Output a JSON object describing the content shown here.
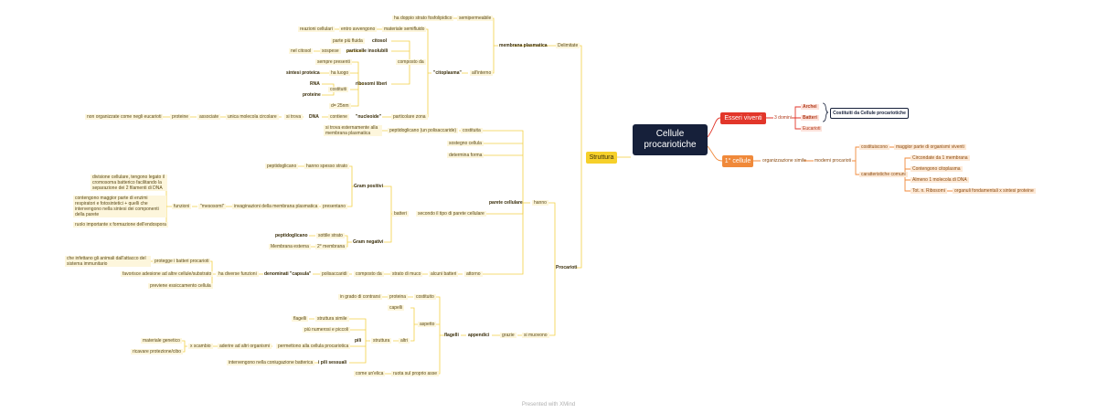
{
  "root": "Cellule procariotiche",
  "right": {
    "esseri": "Esseri viventi",
    "domini": "3 domini",
    "archei": "Archei",
    "batteri": "Batteri",
    "eucarioti": "Eucarioti",
    "costituiti": "Costituiti da Cellule procariotiche",
    "prima": "1° cellule",
    "org": "organizzazione simile",
    "moderni": "moderni procarioti",
    "costituiscono": "costituiscono",
    "maggiorparte": "maggior parte di organismi viventi",
    "caratteristiche": "caratteristiche comuni",
    "c1": "Circondate da 1 membrana",
    "c2": "Contengono citoplasma",
    "c3": "Almeno 1 molecola di DNA",
    "c4": "Tot. n. Ribosomi",
    "c4b": "organuli fondamentali x sintesi proteine"
  },
  "left": {
    "struttura": "Struttura",
    "procarioti": "Procarioti",
    "membrana": "membrana plasmatica",
    "delimitate": "Delimitate",
    "semipermeabile": "semipermeabile",
    "doppiostrato": "ha doppio strato fosfolipidico",
    "interno": "all'interno",
    "citoplasma": "\"citoplasma\"",
    "composto": "composto da",
    "materiale": "materiale semifluido",
    "entro": "entro avvengono",
    "reazioni": "reazioni cellulari",
    "citosol": "citosol",
    "fluida": "parte più fluida",
    "particelle": "particelle insolubili",
    "sospese": "sospese",
    "nelcitosol": "nel citosol",
    "ribosomi": "ribosomi liberi",
    "sempre": "sempre presenti",
    "luogo": "ha luogo",
    "sintesi": "sintesi proteica",
    "costituiti": "costituiti",
    "rna": "RNA",
    "proteine": "proteine",
    "d25": "d= 25nm",
    "particolare": "particolare zona",
    "nucleoide": "\"nucleoide\"",
    "contiene": "contiene",
    "dna": "DNA",
    "sitrova": "si trova",
    "unica": "unica molecola circolare",
    "associate": "associate",
    "proteine2": "proteine",
    "nonorg": "non organizzate come negli eucarioti",
    "parete": "parete cellulare",
    "hanno": "hanno",
    "costituita": "costituita",
    "peptidoglicano": "peptidoglicano (un polisaccaride)",
    "sitrovaext": "si trova esternamente alla membrana plasmatica",
    "sostegno": "sostegno cellula",
    "determina": "determina forma",
    "secondo": "secondo il tipo di parete cellulare",
    "batteri": "batteri",
    "grampos": "Gram positivi",
    "hanno2": "hanno spesso strato",
    "pepti2": "peptidoglicano",
    "presentano": "presentano",
    "invag": "invaginazioni della membrana plasmatica",
    "mesosomi": "\"mesosomi\"",
    "funzioni": "funzioni",
    "f1": "divisione cellulare, tengono legato il cromosoma batterico facilitando la separazione dei 2 filamenti di DNA",
    "f2": "contengono maggior parte di enzimi respiratori e fotosintetici + quelli che intervengono nella sintesi dei componenti della parete",
    "f3": "ruolo importante x formazione dell'endospora",
    "gramneg": "Gram negativi",
    "sottile": "sottile strato",
    "pepti3": "peptidoglicano",
    "seconda": "2° membrana",
    "esterna": "Membrana esterna",
    "attorno": "attorno",
    "alcuni": "alcuni batteri",
    "strato": "strato di muco",
    "composto2": "composto da",
    "polisacc": "polisaccaridi",
    "capsula": "denominati \"capsula\"",
    "diverse": "ha diverse funzioni",
    "proteggere": "protegge i batteri procarioti",
    "infettano": "che infettano gli animali dall'attacco del sistema immunitario",
    "favorisce": "favorisce adesione ad altre cellule/substrato",
    "previene": "previene essiccamento cellula",
    "muovono": "si muovono",
    "grazie": "grazie",
    "appendici": "appendici",
    "flagelli": "flagelli",
    "costituito": "costituito",
    "proteina": "proteina",
    "ingrado": "in grado di contrarsi",
    "aspetto": "aspetto",
    "capelli": "capelli",
    "altri": "altri",
    "struttura2": "struttura",
    "flagelli2": "flagelli",
    "simile": "struttura simile",
    "piu": "più numerosi e piccoli",
    "pili": "pili",
    "permettono": "permettono alla cellula procariotica",
    "aderire": "aderire ad altri organismi",
    "scambio": "x scambio",
    "genetico": "materiale genetico",
    "ricavare": "ricavare protezione/cibo",
    "sessuali": "i pili sessuali",
    "coniug": "intervengono nella coniugazione batterica",
    "ruota": "ruota sul proprio asse",
    "elica": "come un'elica"
  },
  "footer": "Presented with XMind",
  "colors": {
    "root": "#16203a",
    "yellow": "#f6d02a",
    "red": "#e2362a",
    "orange": "#f0893a"
  }
}
